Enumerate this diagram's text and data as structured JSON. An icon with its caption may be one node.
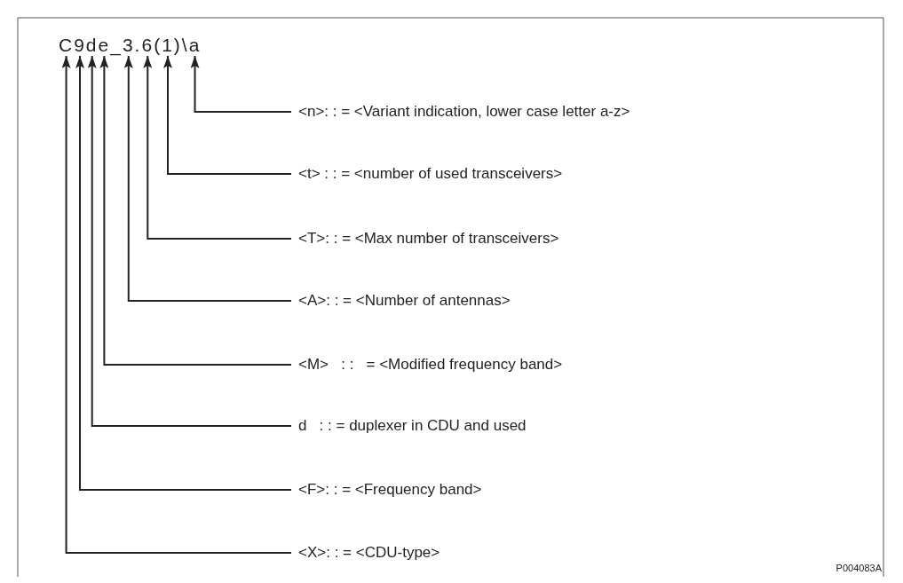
{
  "diagram": {
    "nodes": [
      {
        "text": [
          "C9de_3.6(1)\\a"
        ]
      },
      {
        "text": [
          "<n>: : = <Variant indication, lower case letter a-z>"
        ]
      },
      {
        "text": [
          "<t> : : = <number of used transceivers>"
        ]
      },
      {
        "text": [
          "<T>: : = <Max number of transceivers>"
        ]
      },
      {
        "text": [
          "<A>: : = <Number of antennas>"
        ]
      },
      {
        "text": [
          "<M>   : :   = <Modified frequency band>"
        ]
      },
      {
        "text": [
          "d   : : = duplexer in CDU and used"
        ]
      },
      {
        "text": [
          "<F>: : = <Frequency band>"
        ]
      },
      {
        "text": [
          "<X>: : = <CDU-type>"
        ]
      }
    ],
    "edges": [
      {
        "from": 1,
        "to": 0,
        "arrow": "to"
      },
      {
        "from": 2,
        "to": 0,
        "arrow": "to"
      },
      {
        "from": 3,
        "to": 0,
        "arrow": "to"
      },
      {
        "from": 4,
        "to": 0,
        "arrow": "to"
      },
      {
        "from": 5,
        "to": 0,
        "arrow": "to"
      },
      {
        "from": 6,
        "to": 0,
        "arrow": "to"
      },
      {
        "from": 7,
        "to": 0,
        "arrow": "to"
      },
      {
        "from": 8,
        "to": 0,
        "arrow": "to"
      }
    ],
    "labels": [
      "P004083A"
    ]
  }
}
